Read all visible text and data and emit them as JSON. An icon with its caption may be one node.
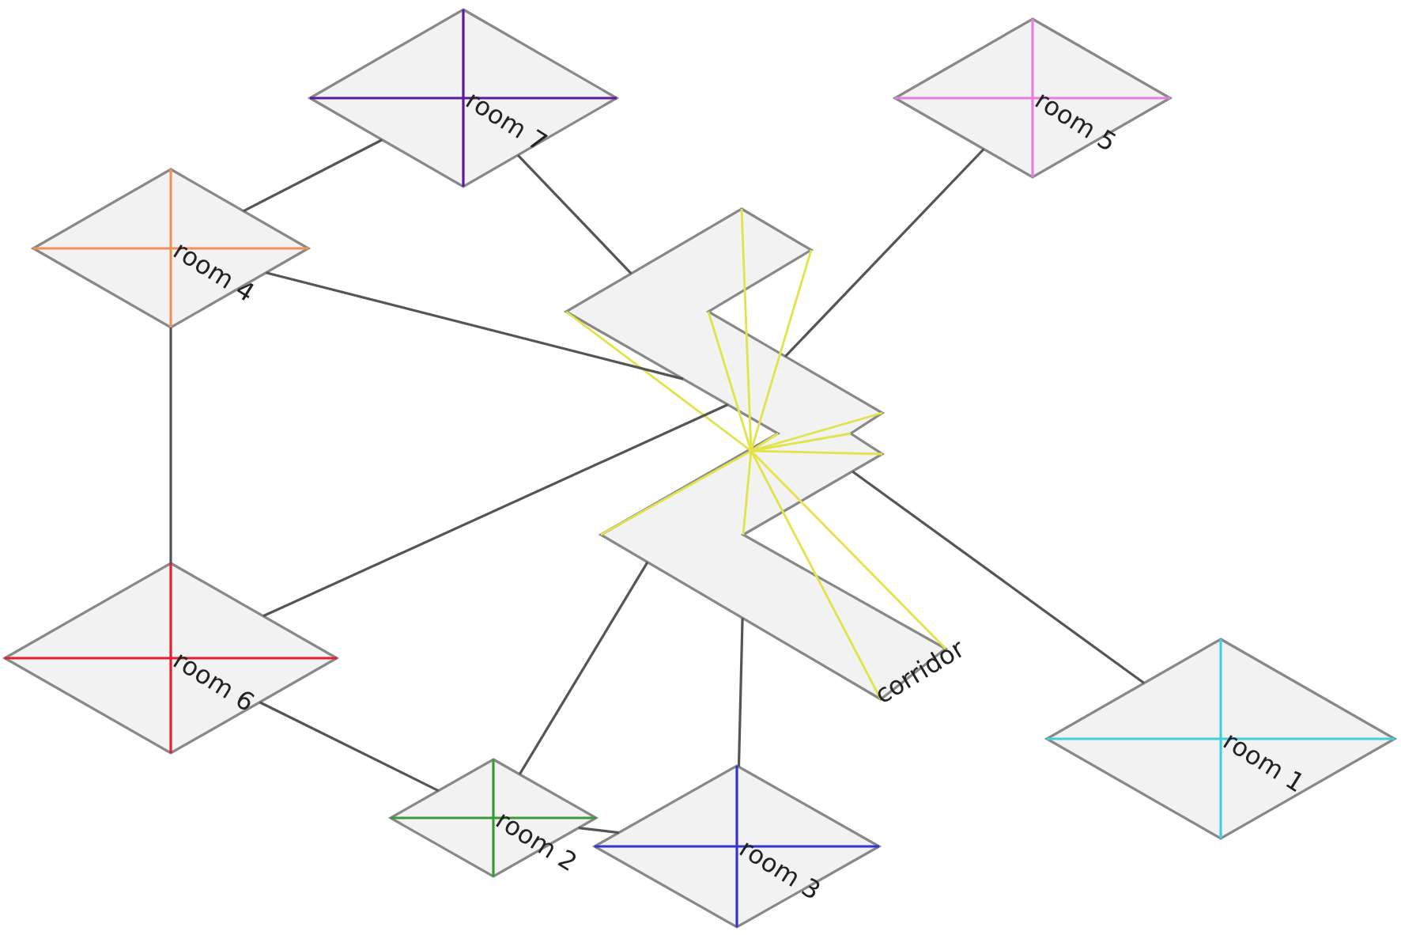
{
  "diagram": {
    "nodes": [
      {
        "text": [
          "room 7"
        ]
      },
      {
        "text": [
          "room 5"
        ]
      },
      {
        "text": [
          "room 4"
        ]
      },
      {
        "text": [
          "corridor"
        ]
      },
      {
        "text": [
          "room 6"
        ]
      },
      {
        "text": [
          "room 1"
        ]
      },
      {
        "text": [
          "room 2"
        ]
      },
      {
        "text": [
          "room 3"
        ]
      }
    ],
    "edges": [
      {
        "from": 0,
        "to": 2,
        "arrow": "none"
      },
      {
        "from": 0,
        "to": 3,
        "arrow": "none"
      },
      {
        "from": 2,
        "to": 3,
        "arrow": "none"
      },
      {
        "from": 2,
        "to": 4,
        "arrow": "none"
      },
      {
        "from": 1,
        "to": 3,
        "arrow": "none"
      },
      {
        "from": 4,
        "to": 3,
        "arrow": "none"
      },
      {
        "from": 4,
        "to": 6,
        "arrow": "none"
      },
      {
        "from": 6,
        "to": 3,
        "arrow": "none"
      },
      {
        "from": 6,
        "to": 7,
        "arrow": "none"
      },
      {
        "from": 7,
        "to": 3,
        "arrow": "none"
      },
      {
        "from": 5,
        "to": 3,
        "arrow": "none"
      }
    ]
  }
}
